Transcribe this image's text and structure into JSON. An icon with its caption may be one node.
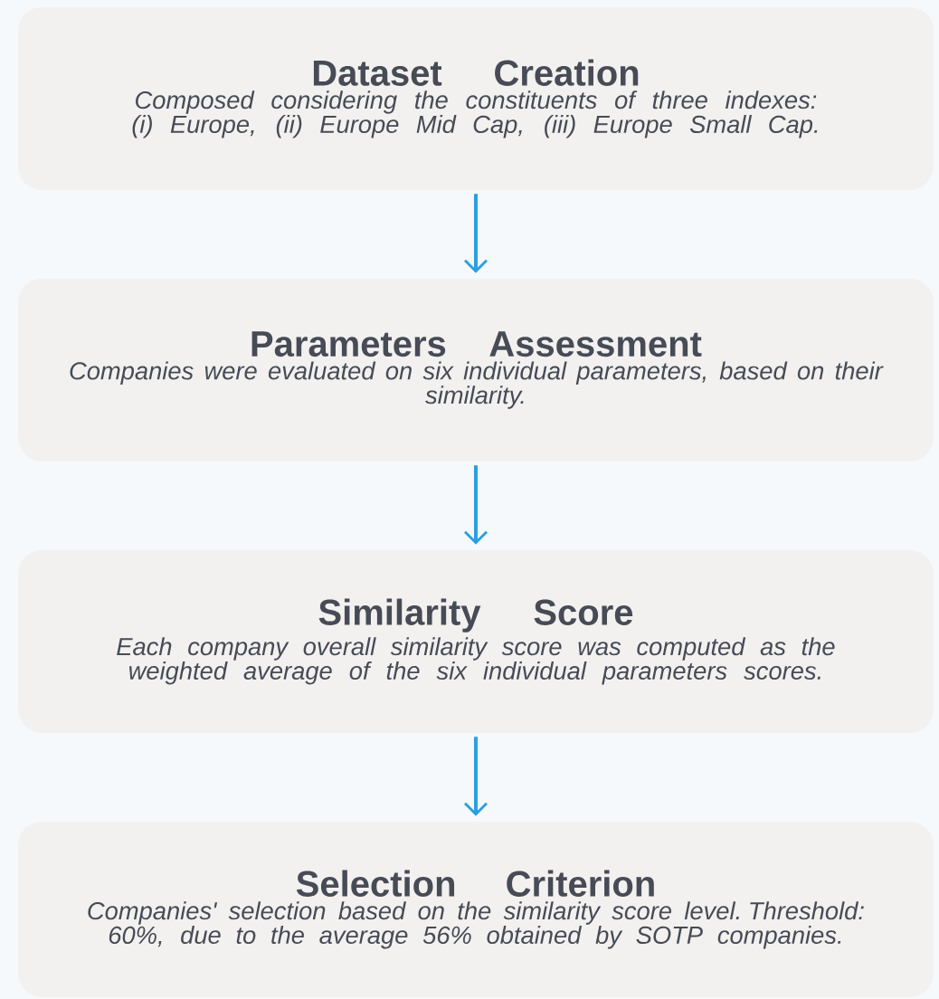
{
  "diagram": {
    "nodes": [
      {
        "text": [
          "Dataset Creation",
          "Composed considering the constituents of three indexes: (i) Europe, (ii) Europe Mid Cap, (iii) Europe Small Cap."
        ]
      },
      {
        "text": [
          "Parameters Assessment",
          "Companies were evaluated on six individual parameters, based on their similarity."
        ]
      },
      {
        "text": [
          "Similarity Score",
          "Each company overall similarity score was computed as the weighted average of the six individual parameters scores."
        ]
      },
      {
        "text": [
          "Selection Criterion",
          "Companies' selection based on the similarity score level. Threshold: 60%, due to the average 56% obtained by SOTP companies."
        ]
      }
    ],
    "edges": [
      {
        "from": 0,
        "to": 1,
        "arrow": "to"
      },
      {
        "from": 1,
        "to": 2,
        "arrow": "to"
      },
      {
        "from": 2,
        "to": 3,
        "arrow": "to"
      }
    ]
  }
}
